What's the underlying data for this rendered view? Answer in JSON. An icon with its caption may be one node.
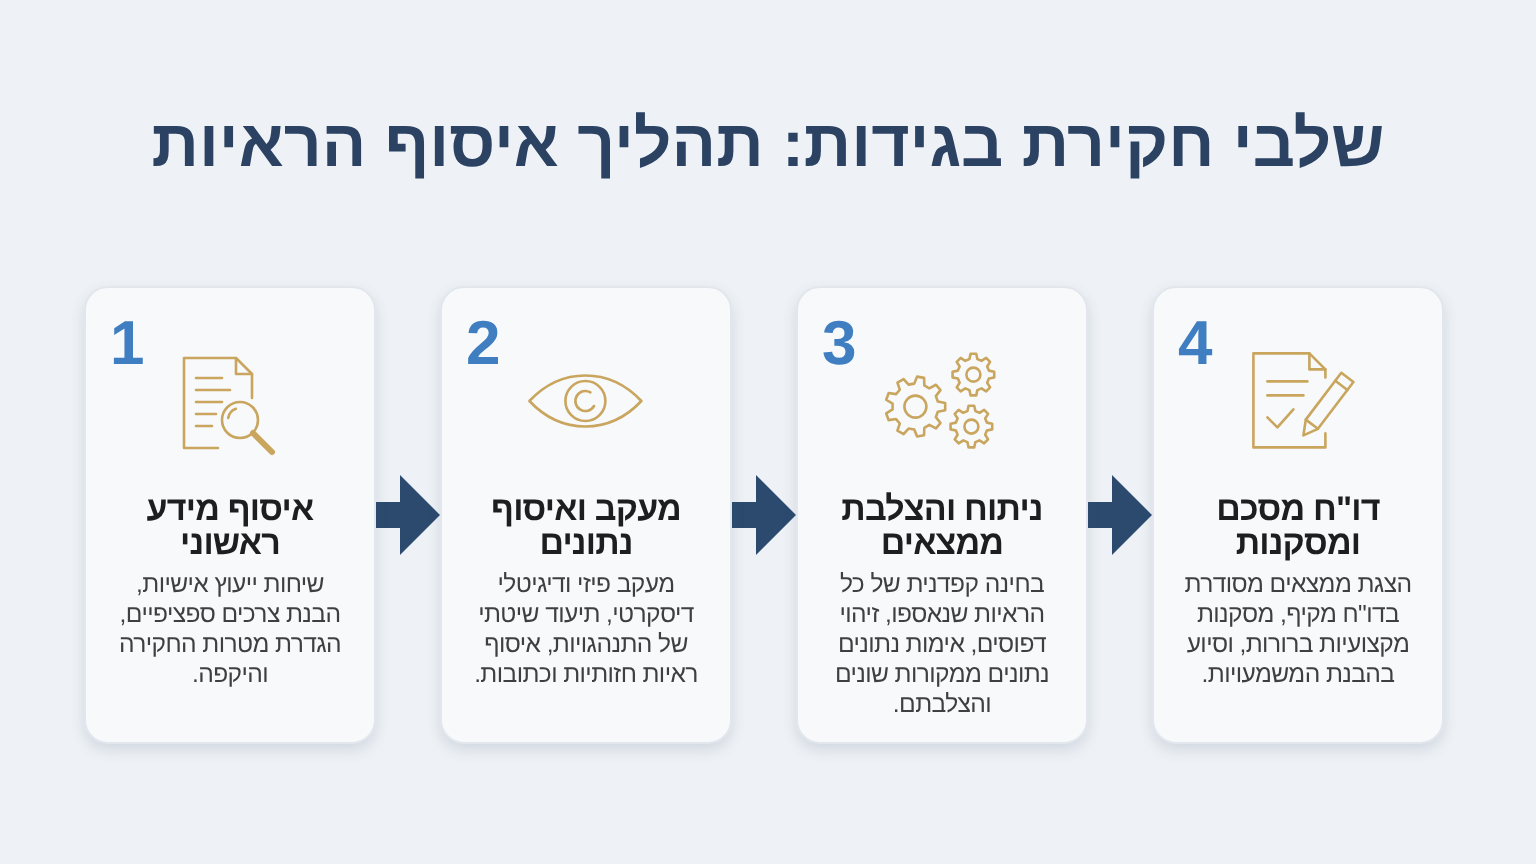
{
  "diagram": {
    "title": "שלבי חקירת בגידות: תהליך איסוף הראיות",
    "nodes": [
      {
        "text": [
          "1",
          "איסוף מידע ראשוני",
          "שיחות ייעוץ אישיות, הבנת צרכים ספציפיים, הגדרת מטרות החקירה והיקפה."
        ]
      },
      {
        "text": [
          "2",
          "מעקב ואיסוף נתונים",
          "מעקב פיזי ודיגיטלי דיסקרטי, תיעוד שיטתי של התנהגויות, איסוף ראיות חזותיות וכתובות."
        ]
      },
      {
        "text": [
          "3",
          "ניתוח והצלבת ממצאים",
          "בחינה קפדנית של כל הראיות שנאספו, זיהוי דפוסים, אימות נתונים נתונים ממקורות שונים והצלבתם."
        ]
      },
      {
        "text": [
          "4",
          "דו\"ח מסכם ומסקנות",
          "הצגת ממצאים מסודרת בדו\"ח מקיף, מסקנות מקצועיות ברורות, וסיוע בהבנת המשמעויות."
        ]
      }
    ],
    "edges": [
      {
        "from": 0,
        "to": 1,
        "arrow": "to"
      },
      {
        "from": 1,
        "to": 2,
        "arrow": "to"
      },
      {
        "from": 2,
        "to": 3,
        "arrow": "to"
      }
    ]
  }
}
